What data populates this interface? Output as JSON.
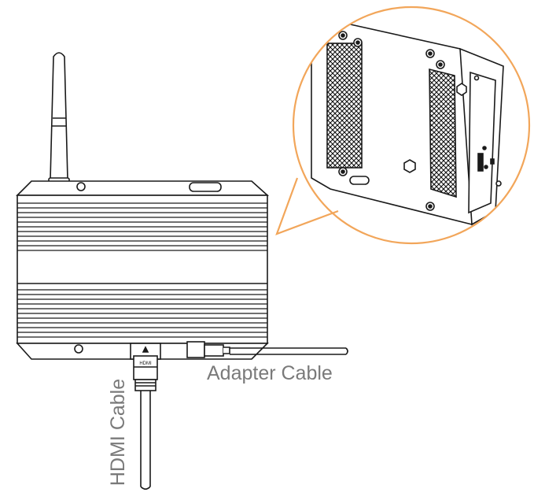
{
  "labels": {
    "adapter_cable": "Adapter Cable",
    "hdmi_cable": "HDMI Cable",
    "hdmi_plug_text": "HDMI"
  },
  "colors": {
    "callout": "#f2a65a",
    "line": "#1a1a1a",
    "label": "#7a7a7a"
  }
}
